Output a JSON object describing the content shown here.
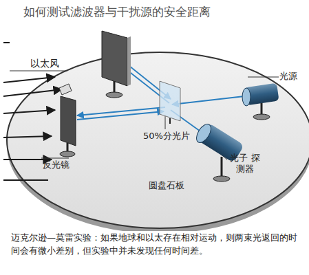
{
  "diagram": {
    "title": "如何测试滤波器与干扰源的安全距离",
    "caption": "迈克尔逊—莫雷实验：如果地球和以太存在相对运动，则两束光返回的时间会有微小差别，但实验中并未发现任何时间差。",
    "labels": [
      "以太风",
      "光源",
      "50%分光片",
      "反光镜",
      "光子 探测器",
      "圆盘石板"
    ]
  }
}
